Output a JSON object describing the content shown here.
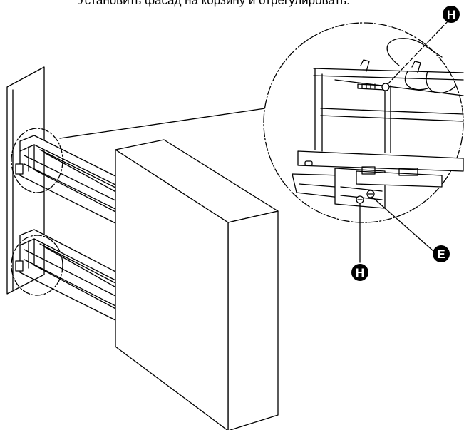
{
  "instruction": "Установить фасад на корзину и отрегулировать.",
  "callouts": {
    "top": "H",
    "bottom": "H",
    "right": "E"
  }
}
